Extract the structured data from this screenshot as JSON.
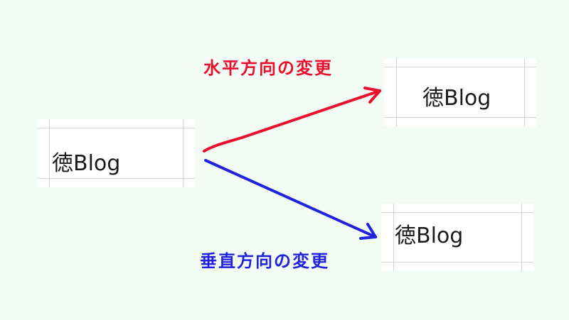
{
  "original": {
    "text": "徳Blog"
  },
  "horizontal": {
    "label": "水平方向の変更",
    "text": "徳Blog",
    "color": "#e8102e"
  },
  "vertical": {
    "label": "垂直方向の変更",
    "text": "徳Blog",
    "color": "#2222dd"
  }
}
